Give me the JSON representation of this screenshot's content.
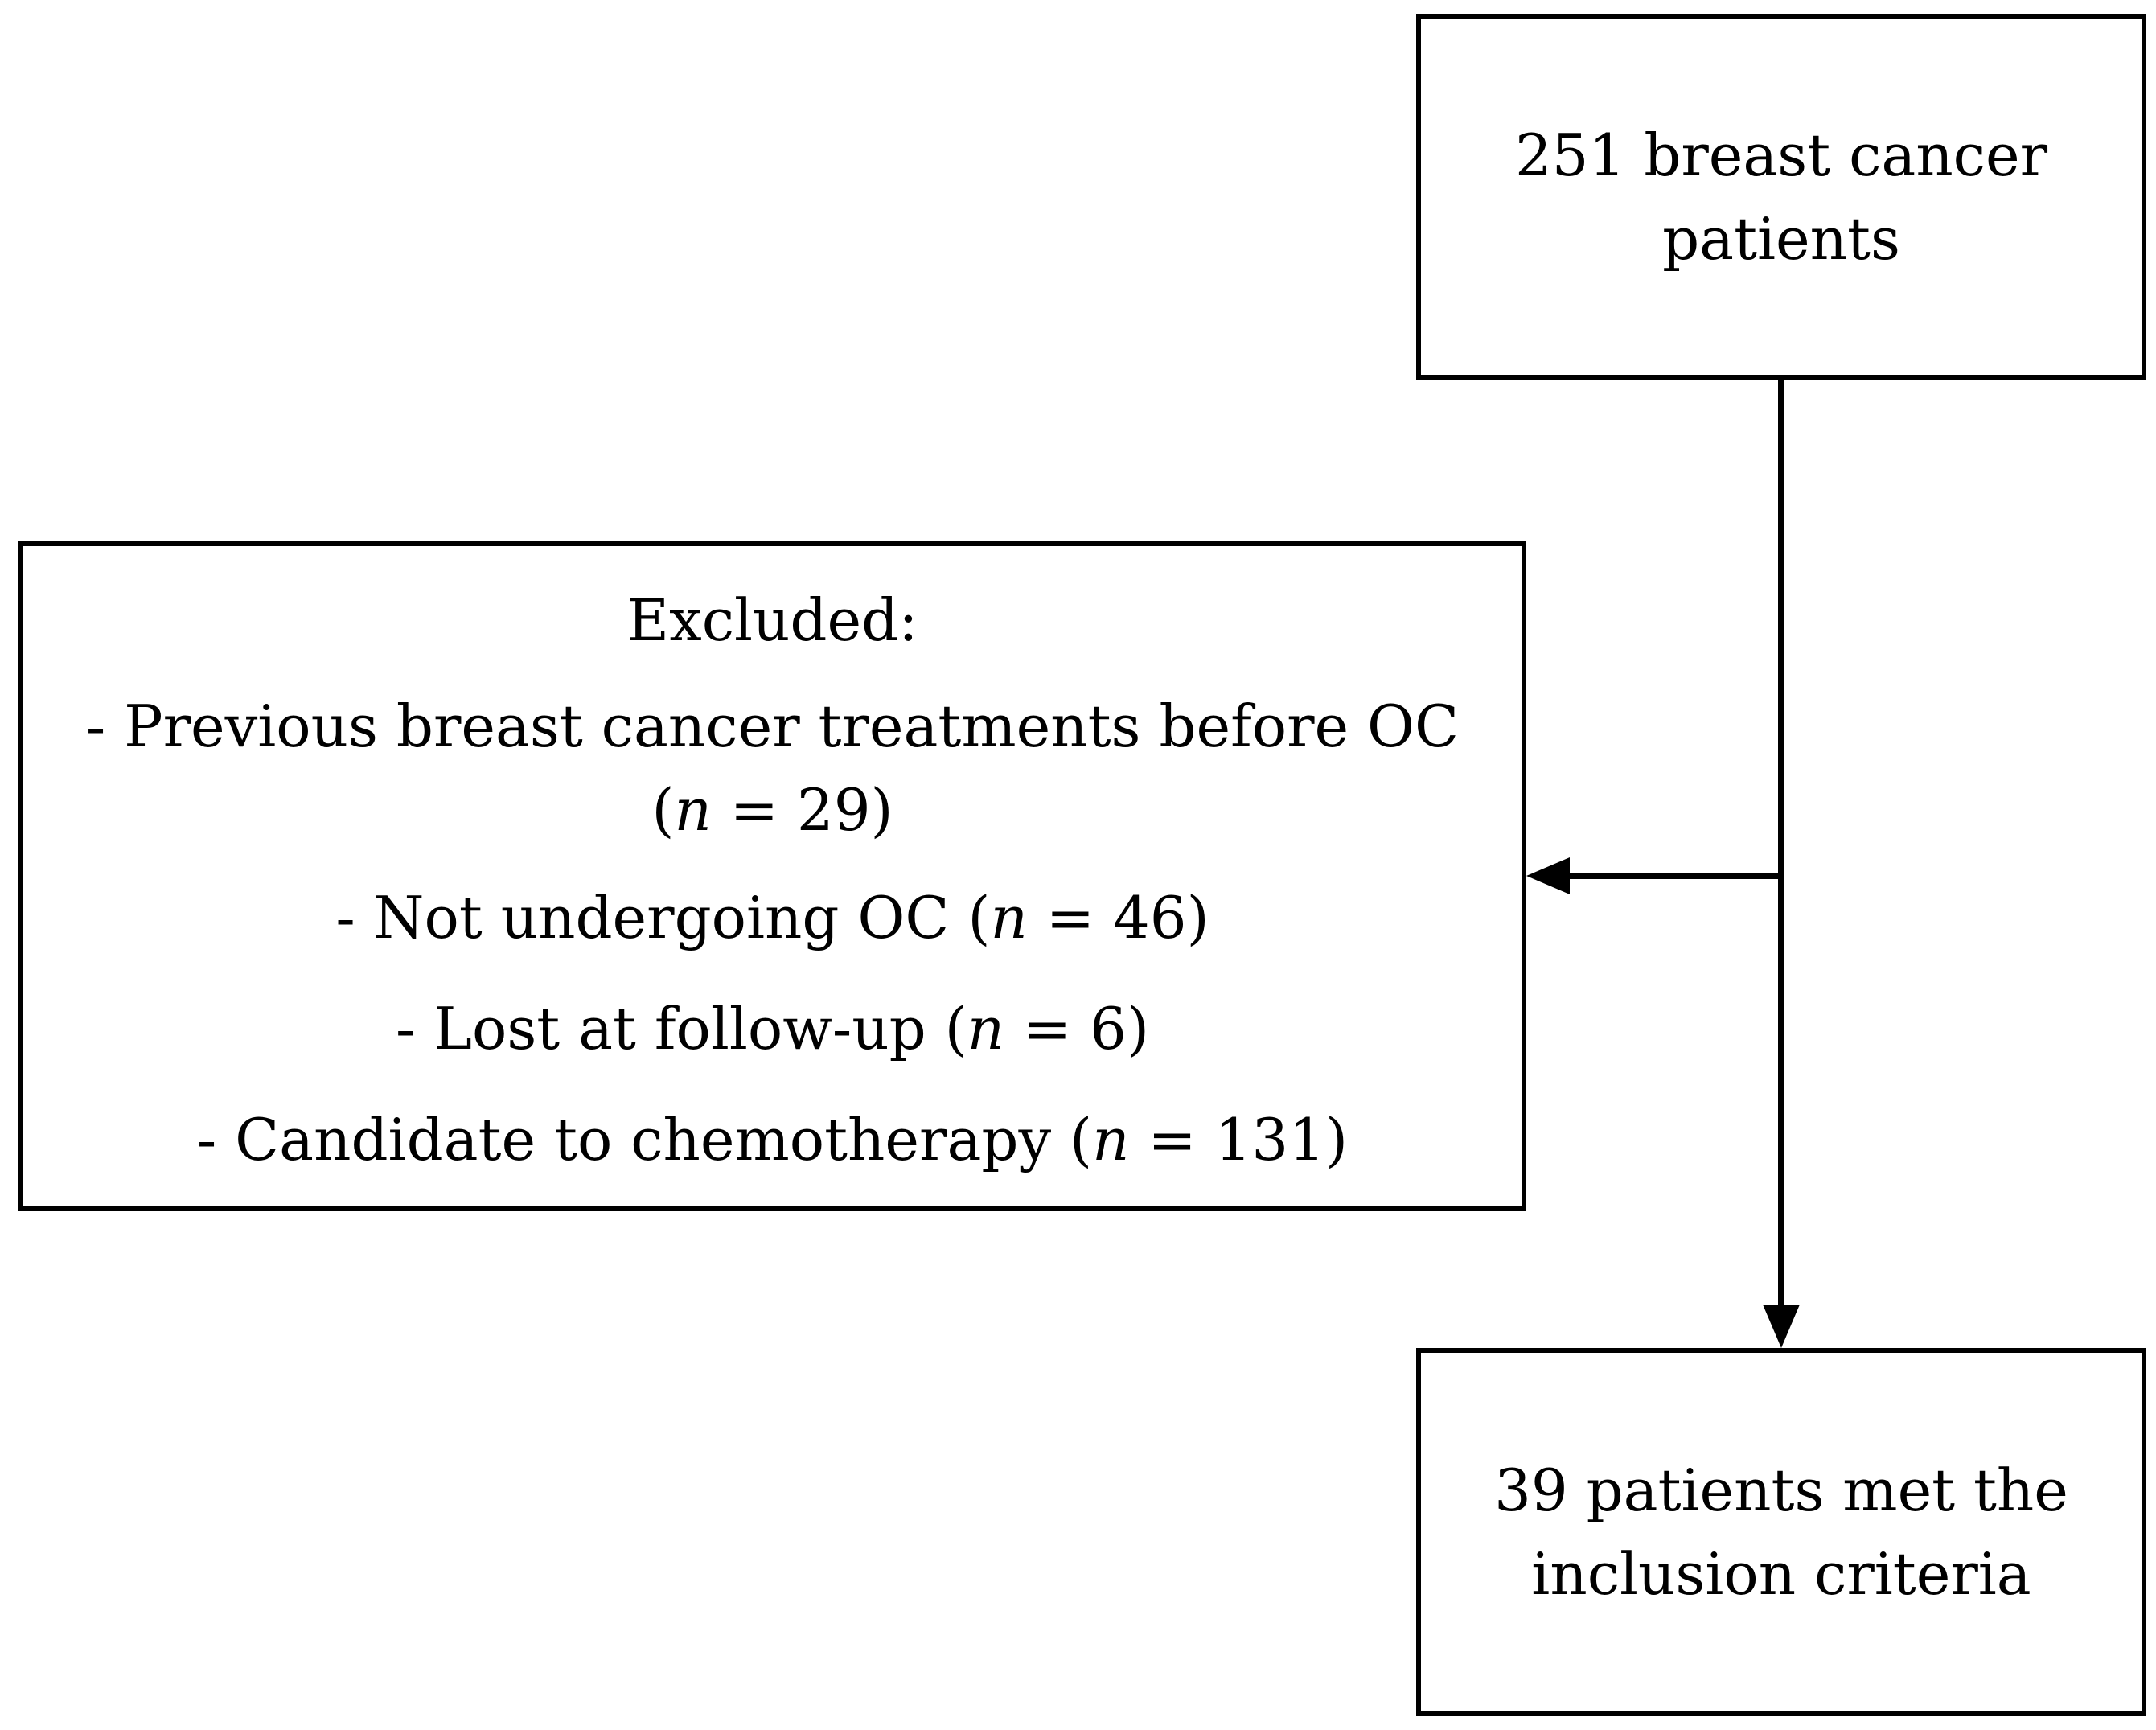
{
  "top_box": {
    "line1": "251 breast cancer",
    "line2": "patients"
  },
  "excluded_box": {
    "title": "Excluded:",
    "items": [
      {
        "prefix": "- Previous breast cancer treatments before OC",
        "line2_open": "(",
        "n": "n",
        "eq": " = 29)"
      },
      {
        "prefix": "- Not undergoing OC (",
        "n": "n",
        "eq": " = 46)"
      },
      {
        "prefix": "- Lost at follow-up (",
        "n": "n",
        "eq": " = 6)"
      },
      {
        "prefix": "- Candidate to chemotherapy (",
        "n": "n",
        "eq": " = 131)"
      }
    ]
  },
  "bottom_box": {
    "line1": "39 patients met the",
    "line2": "inclusion criteria"
  }
}
